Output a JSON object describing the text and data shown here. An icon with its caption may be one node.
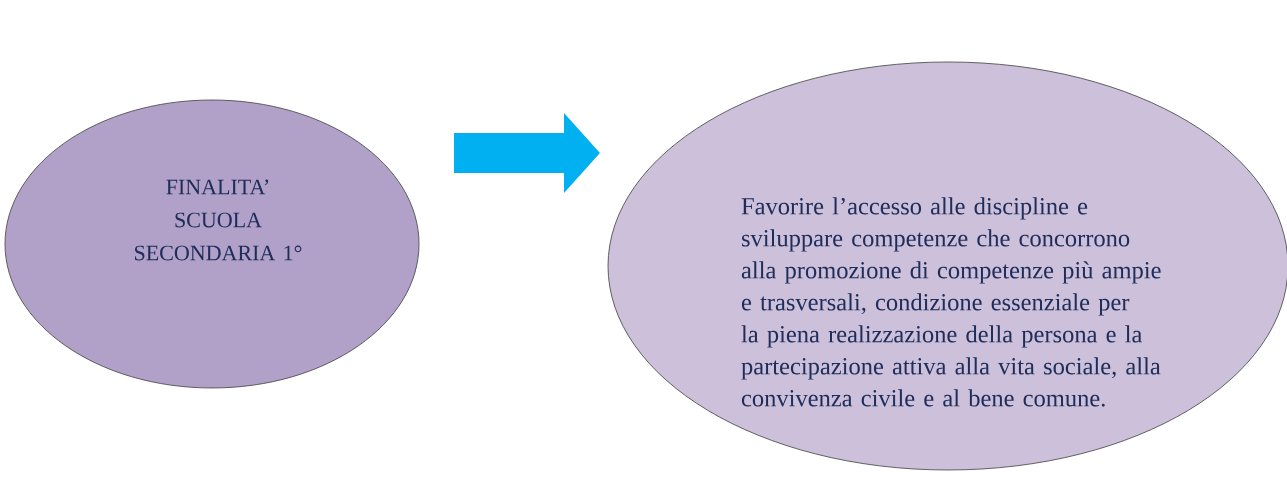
{
  "diagram": {
    "nodes": [
      {
        "text": [
          "FINALITA’ SCUOLA SECONDARIA 1°"
        ]
      },
      {
        "text": [
          "Favorire l’accesso alle discipline e sviluppare competenze che concorrono alla promozione di competenze più ampie e trasversali, condizione essenziale per la piena realizzazione della persona e la partecipazione attiva alla vita sociale, alla convivenza civile e al bene comune."
        ]
      }
    ],
    "edges": [
      {
        "from": 0,
        "to": 1,
        "arrow": "to"
      }
    ]
  }
}
